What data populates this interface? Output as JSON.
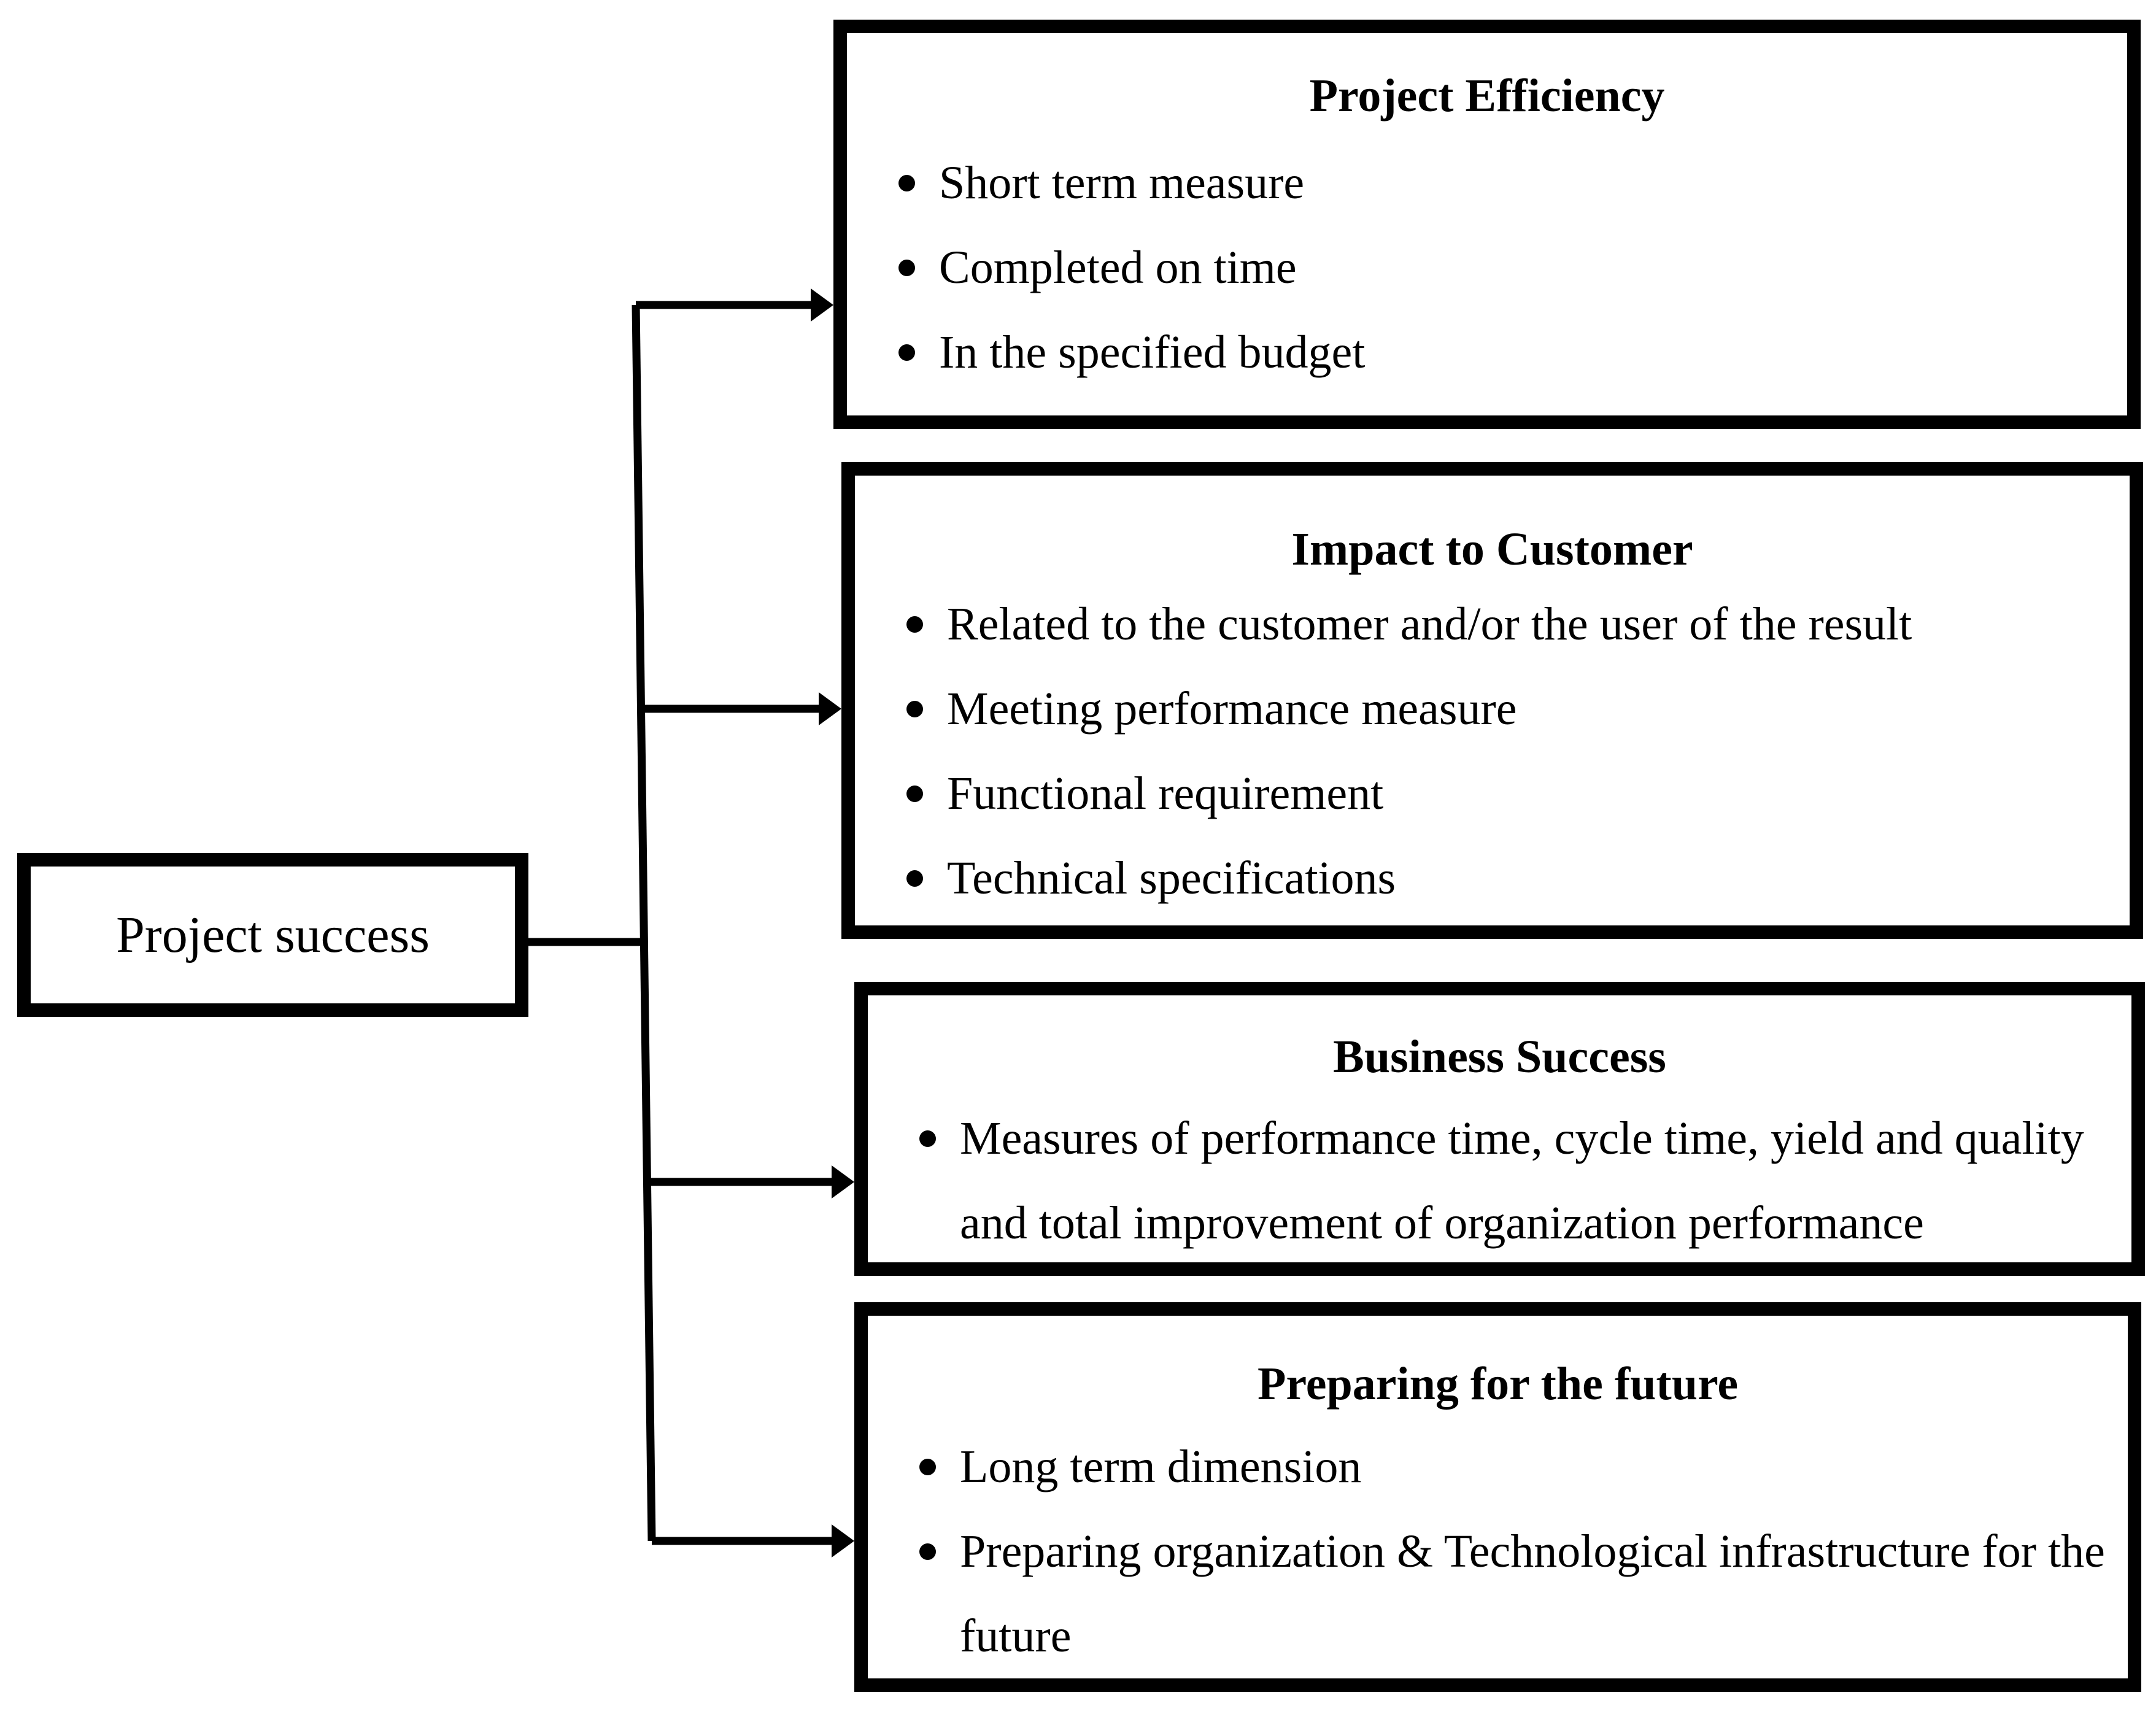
{
  "diagram": {
    "root_label": "Project success",
    "boxes": [
      {
        "title": "Project Efficiency",
        "bullets": [
          "Short term measure",
          "Completed on time",
          "In the specified budget"
        ]
      },
      {
        "title": "Impact to Customer",
        "bullets": [
          "Related to the customer and/or the user of the result",
          "Meeting performance measure",
          "Functional requirement",
          "Technical specifications"
        ]
      },
      {
        "title": "Business Success",
        "bullets": [
          "Measures of performance time, cycle time, yield and quality and total improvement of organization performance"
        ]
      },
      {
        "title": "Preparing for the future",
        "bullets": [
          "Long term dimension",
          "Preparing organization & Technological infrastructure for the future"
        ]
      }
    ],
    "colors": {
      "background": "#ffffff",
      "line": "#000000",
      "text": "#000000"
    }
  }
}
